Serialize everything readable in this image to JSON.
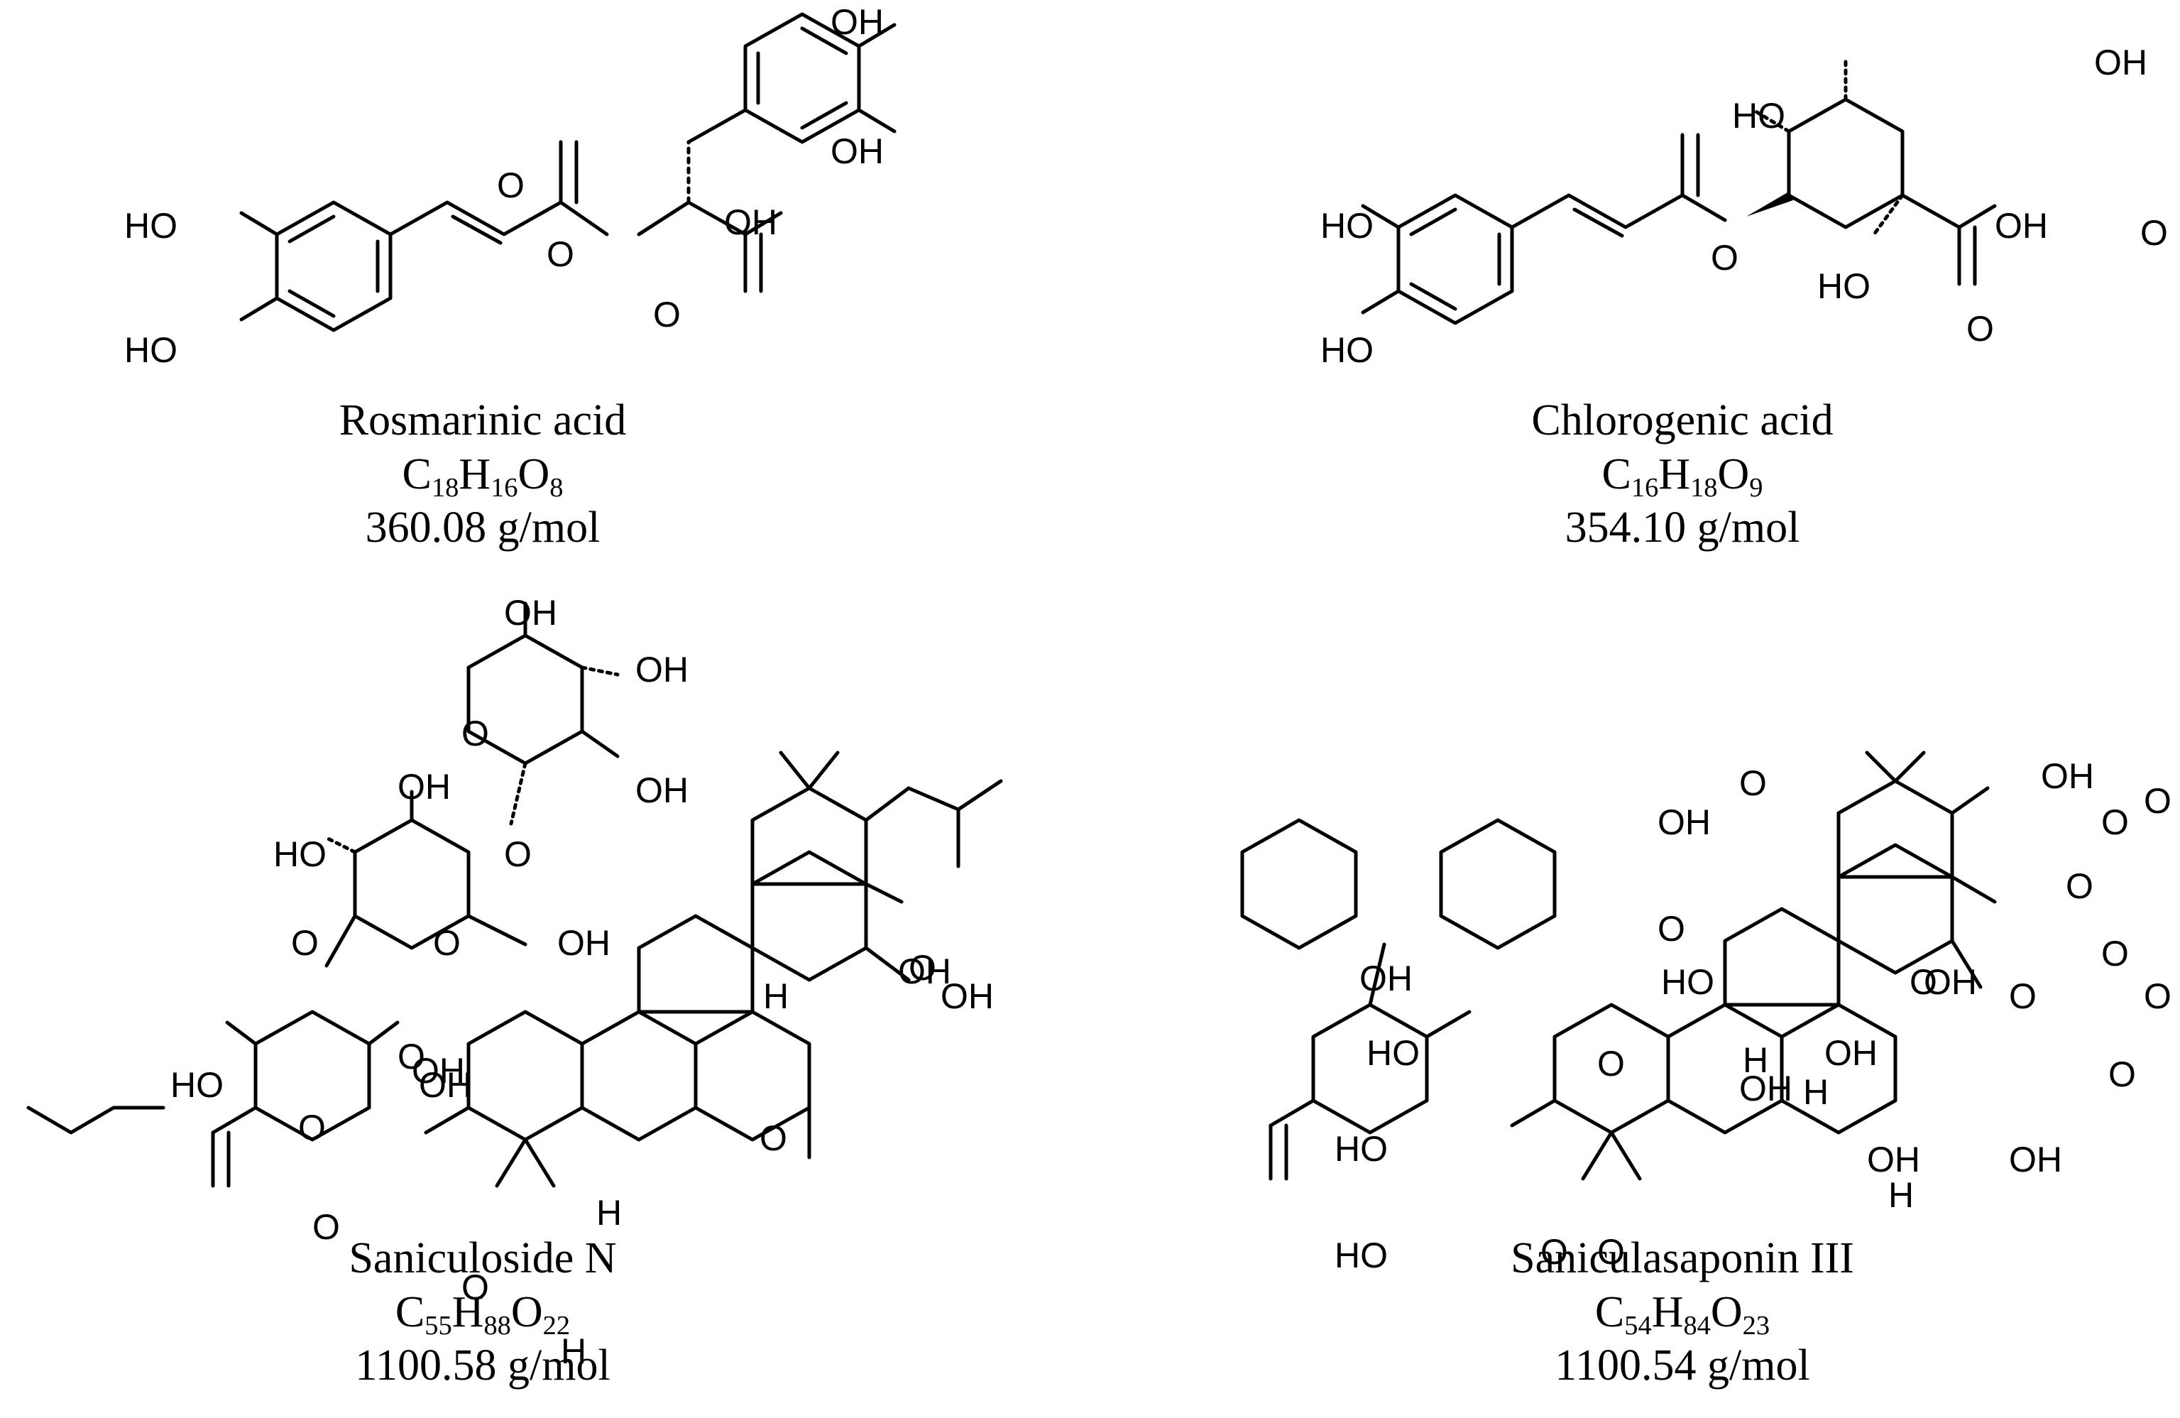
{
  "compounds": [
    {
      "name": "Rosmarinic acid",
      "formula": [
        {
          "t": "C"
        },
        {
          "s": "18"
        },
        {
          "t": "H"
        },
        {
          "s": "16"
        },
        {
          "t": "O"
        },
        {
          "s": "8"
        }
      ],
      "mass": "360.08 g/mol",
      "atom_labels": [
        "OH",
        "OH",
        "O",
        "HO",
        "O",
        "OH",
        "HO",
        "O"
      ]
    },
    {
      "name": "Chlorogenic acid",
      "formula": [
        {
          "t": "C"
        },
        {
          "s": "16"
        },
        {
          "t": "H"
        },
        {
          "s": "18"
        },
        {
          "t": "O"
        },
        {
          "s": "9"
        }
      ],
      "mass": "354.10 g/mol",
      "atom_labels": [
        "OH",
        "HO",
        "O",
        "HO",
        "O",
        "OH",
        "HO",
        "O",
        "HO"
      ]
    },
    {
      "name": "Saniculoside N",
      "formula": [
        {
          "t": "C"
        },
        {
          "s": "55"
        },
        {
          "t": "H"
        },
        {
          "s": "88"
        },
        {
          "t": "O"
        },
        {
          "s": "22"
        }
      ],
      "mass": "1100.58 g/mol",
      "atom_labels": [
        "OH",
        "OH",
        "O",
        "OH",
        "OH",
        "O",
        "HO",
        "O",
        "OH",
        "O",
        "O",
        "O",
        "OH",
        "H",
        "OH",
        "HO",
        "OH",
        "O",
        "H",
        "OH",
        "O",
        "O",
        "O",
        "H"
      ]
    },
    {
      "name": "Saniculasaponin III",
      "formula": [
        {
          "t": "C"
        },
        {
          "s": "54"
        },
        {
          "t": "H"
        },
        {
          "s": "84"
        },
        {
          "t": "O"
        },
        {
          "s": "23"
        }
      ],
      "mass": "1100.54 g/mol",
      "atom_labels": [
        "O",
        "OH",
        "OH",
        "O",
        "O",
        "HO",
        "O",
        "OH",
        "O",
        "HO",
        "O",
        "O",
        "OH",
        "O",
        "H",
        "HO",
        "OH",
        "OH",
        "O",
        "O",
        "H",
        "OH",
        "OH",
        "HO",
        "O",
        "O",
        "O",
        "H"
      ]
    }
  ]
}
